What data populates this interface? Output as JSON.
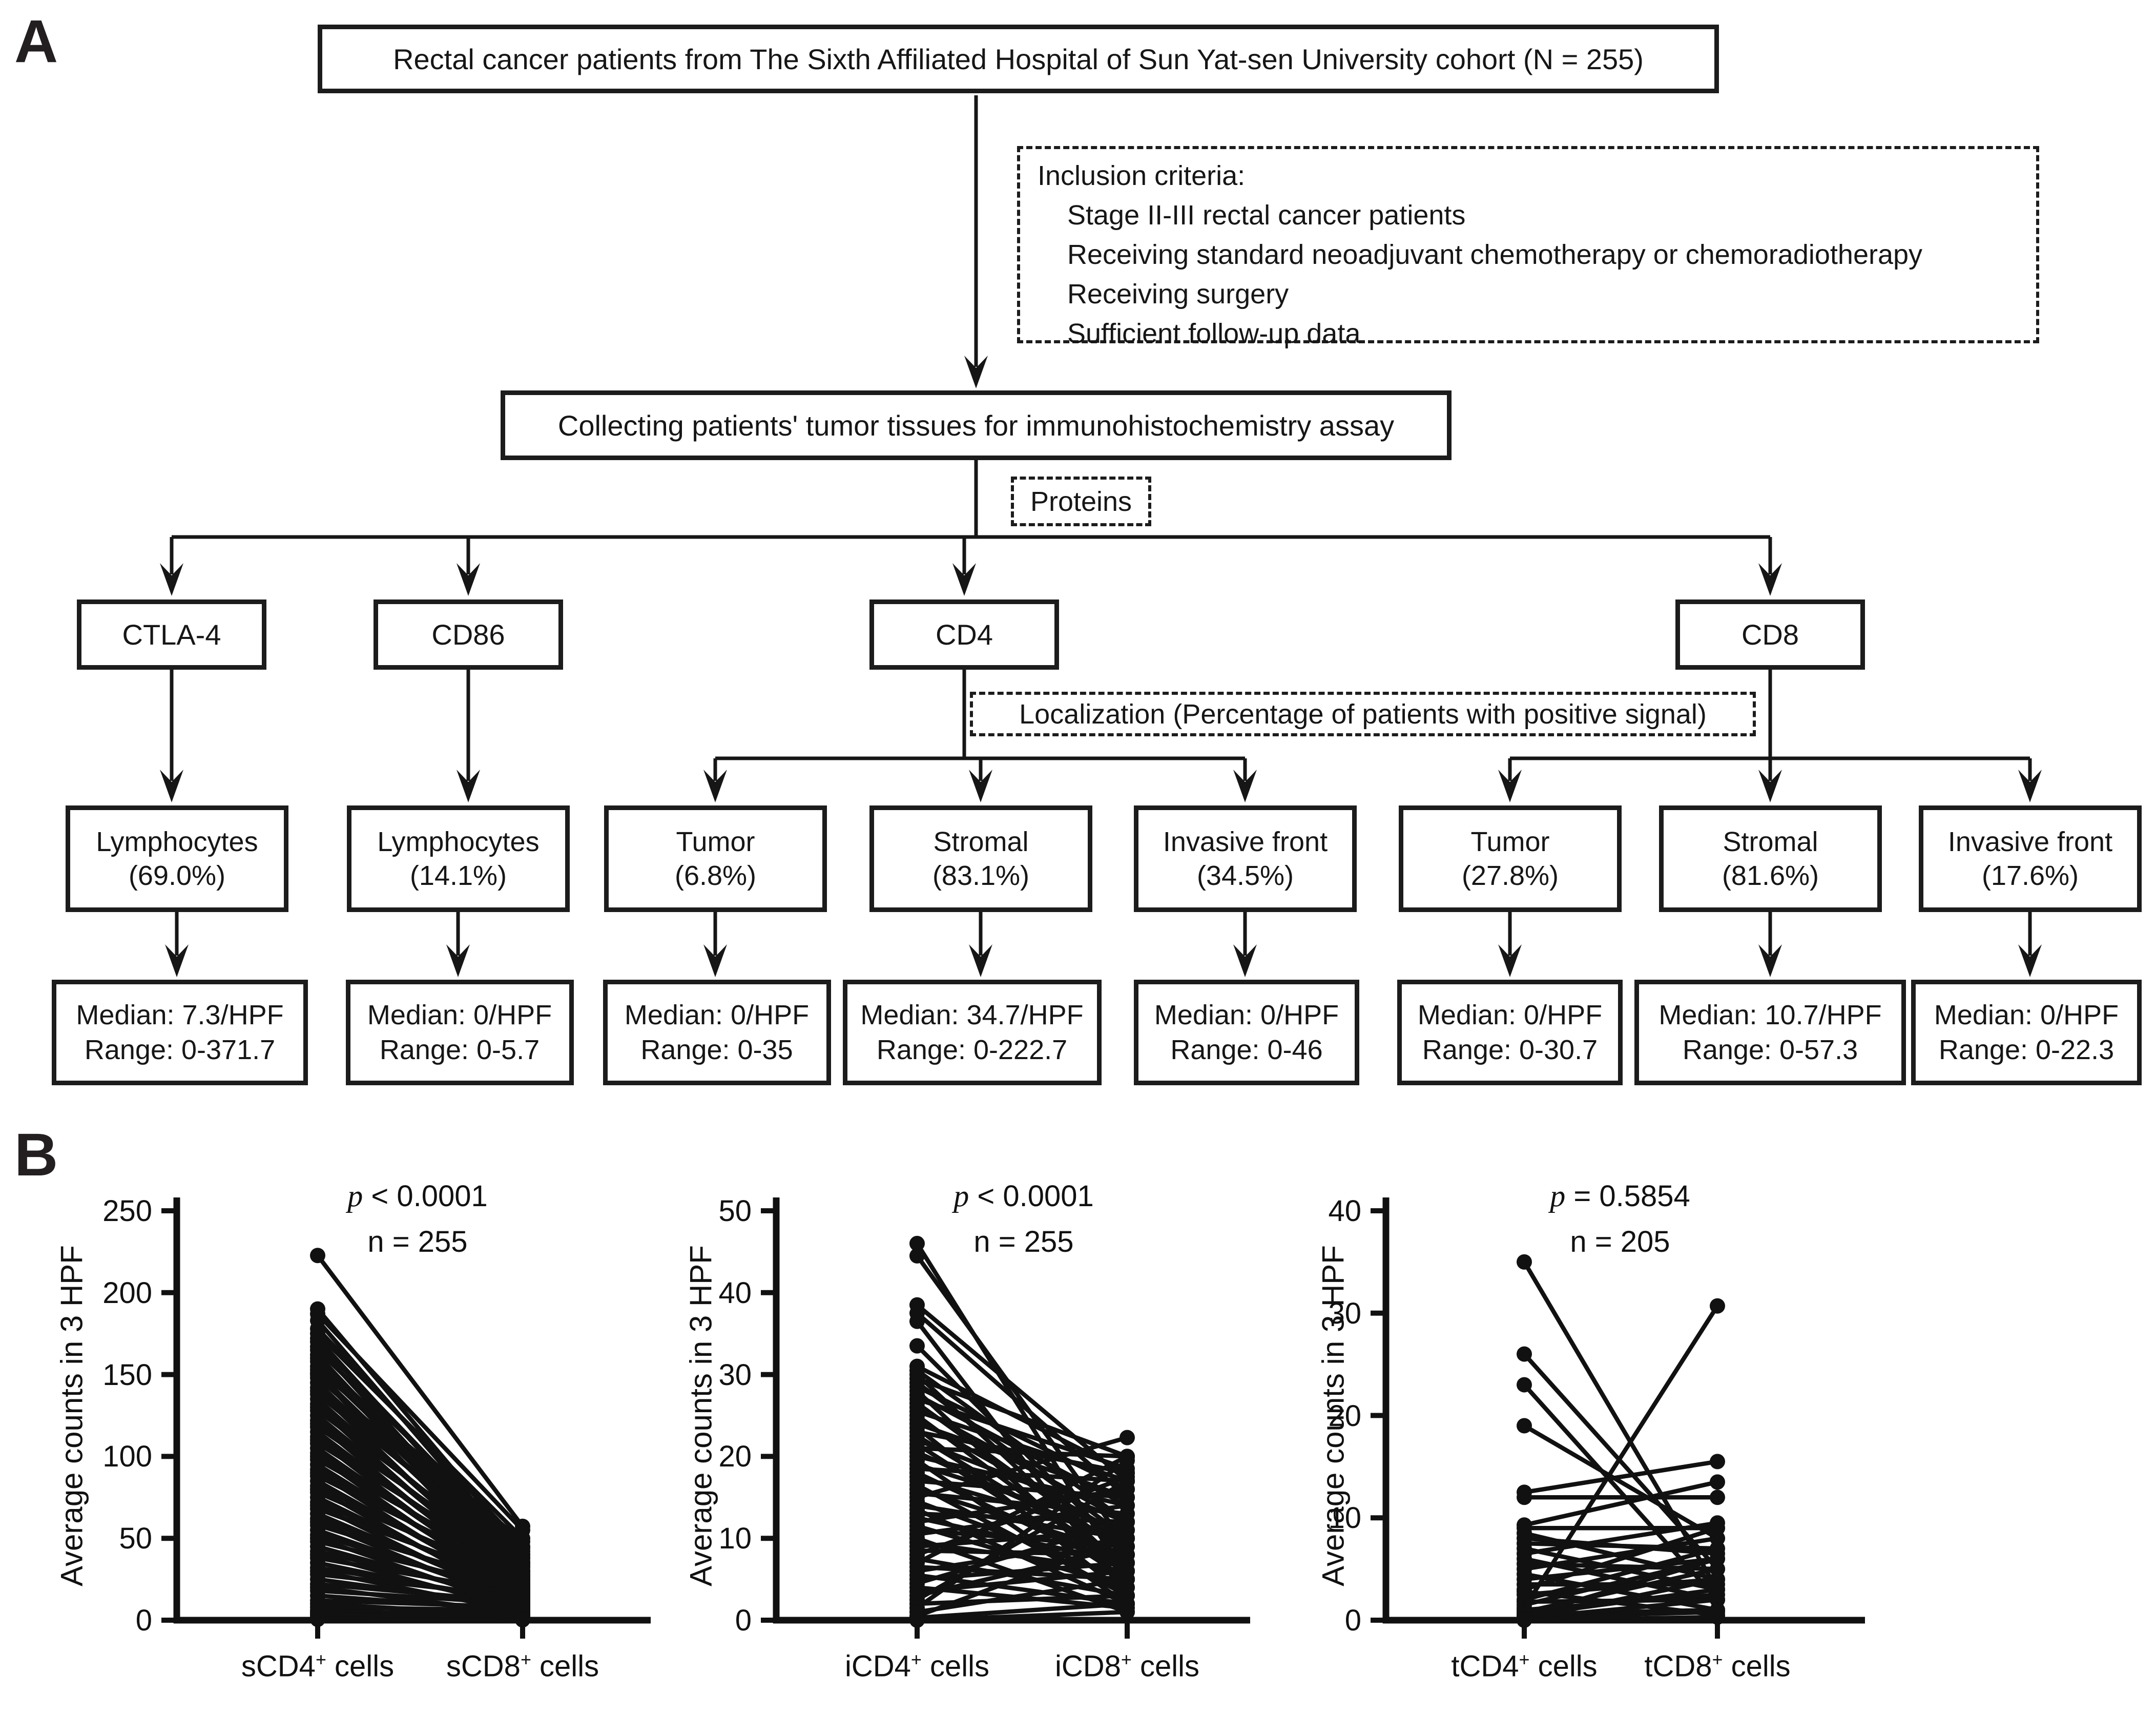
{
  "panelA": {
    "label": "A",
    "top_box": "Rectal cancer patients from The Sixth Affiliated Hospital of Sun Yat-sen University cohort (N = 255)",
    "inclusion_box": {
      "title": "Inclusion criteria:",
      "items": [
        "Stage II-III rectal cancer patients",
        "Receiving standard neoadjuvant chemotherapy or chemoradiotherapy",
        "Receiving surgery",
        "Sufficient follow-up data"
      ]
    },
    "collecting_box": "Collecting patients' tumor tissues for immunohistochemistry assay",
    "proteins_label": "Proteins",
    "localization_label": "Localization (Percentage of patients with positive signal)",
    "protein_names": [
      "CTLA-4",
      "CD86",
      "CD4",
      "CD8"
    ],
    "locations": [
      {
        "site": "Lymphocytes",
        "pct": "(69.0%)"
      },
      {
        "site": "Lymphocytes",
        "pct": "(14.1%)"
      },
      {
        "site": "Tumor",
        "pct": "(6.8%)"
      },
      {
        "site": "Stromal",
        "pct": "(83.1%)"
      },
      {
        "site": "Invasive front",
        "pct": "(34.5%)"
      },
      {
        "site": "Tumor",
        "pct": "(27.8%)"
      },
      {
        "site": "Stromal",
        "pct": "(81.6%)"
      },
      {
        "site": "Invasive front",
        "pct": "(17.6%)"
      }
    ],
    "medians": [
      {
        "median": "Median: 7.3/HPF",
        "range": "Range: 0-371.7"
      },
      {
        "median": "Median: 0/HPF",
        "range": "Range: 0-5.7"
      },
      {
        "median": "Median: 0/HPF",
        "range": "Range: 0-35"
      },
      {
        "median": "Median: 34.7/HPF",
        "range": "Range: 0-222.7"
      },
      {
        "median": "Median: 0/HPF",
        "range": "Range: 0-46"
      },
      {
        "median": "Median: 0/HPF",
        "range": "Range: 0-30.7"
      },
      {
        "median": "Median: 10.7/HPF",
        "range": "Range: 0-57.3"
      },
      {
        "median": "Median: 0/HPF",
        "range": "Range: 0-22.3"
      }
    ]
  },
  "panelB": {
    "label": "B"
  },
  "colors": {
    "ink": "#161616",
    "background": "#ffffff"
  },
  "chart_data": [
    {
      "type": "line",
      "subtype": "paired-before-after",
      "p_label": "p < 0.0001",
      "n_label": "n = 255",
      "ylabel": "Average counts in 3 HPF",
      "categories": [
        "sCD4+ cells",
        "sCD8+ cells"
      ],
      "ylim": [
        0,
        250
      ],
      "yticks": [
        0,
        50,
        100,
        150,
        200,
        250
      ],
      "grid": false,
      "pairs": [
        [
          222.7,
          57.3
        ],
        [
          190,
          42
        ],
        [
          187,
          55
        ],
        [
          183,
          38
        ],
        [
          178,
          45
        ],
        [
          175,
          50
        ],
        [
          172,
          35
        ],
        [
          170,
          40
        ],
        [
          167,
          30
        ],
        [
          165,
          44
        ],
        [
          162,
          28
        ],
        [
          160,
          38
        ],
        [
          158,
          25
        ],
        [
          155,
          35
        ],
        [
          153,
          48
        ],
        [
          151,
          30
        ],
        [
          150,
          22
        ],
        [
          148,
          40
        ],
        [
          145,
          27
        ],
        [
          142,
          33
        ],
        [
          140,
          20
        ],
        [
          138,
          36
        ],
        [
          135,
          24
        ],
        [
          132,
          30
        ],
        [
          130,
          18
        ],
        [
          128,
          34
        ],
        [
          125,
          22
        ],
        [
          122,
          28
        ],
        [
          120,
          16
        ],
        [
          118,
          32
        ],
        [
          115,
          20
        ],
        [
          112,
          26
        ],
        [
          110,
          15
        ],
        [
          108,
          30
        ],
        [
          105,
          18
        ],
        [
          102,
          24
        ],
        [
          100,
          13
        ],
        [
          98,
          28
        ],
        [
          95,
          17
        ],
        [
          92,
          22
        ],
        [
          90,
          12
        ],
        [
          88,
          26
        ],
        [
          85,
          15
        ],
        [
          82,
          20
        ],
        [
          80,
          10
        ],
        [
          78,
          24
        ],
        [
          75,
          14
        ],
        [
          72,
          18
        ],
        [
          70,
          9
        ],
        [
          68,
          22
        ],
        [
          65,
          12
        ],
        [
          62,
          16
        ],
        [
          60,
          8
        ],
        [
          58,
          20
        ],
        [
          55,
          11
        ],
        [
          52,
          15
        ],
        [
          50,
          7
        ],
        [
          48,
          18
        ],
        [
          45,
          10
        ],
        [
          42,
          13
        ],
        [
          40,
          6
        ],
        [
          38,
          16
        ],
        [
          35,
          9
        ],
        [
          32,
          12
        ],
        [
          30,
          5
        ],
        [
          28,
          14
        ],
        [
          25,
          8
        ],
        [
          22,
          11
        ],
        [
          20,
          4
        ],
        [
          18,
          10
        ],
        [
          15,
          6
        ],
        [
          12,
          8
        ],
        [
          10,
          3
        ],
        [
          8,
          6
        ],
        [
          6,
          2
        ],
        [
          5,
          4
        ],
        [
          4,
          1
        ],
        [
          3,
          3
        ],
        [
          2,
          1.5
        ],
        [
          1,
          0.5
        ],
        [
          0.5,
          0.2
        ]
      ]
    },
    {
      "type": "line",
      "subtype": "paired-before-after",
      "p_label": "p < 0.0001",
      "n_label": "n = 255",
      "ylabel": "Average counts in 3 HPF",
      "categories": [
        "iCD4+ cells",
        "iCD8+ cells"
      ],
      "ylim": [
        0,
        50
      ],
      "yticks": [
        0,
        10,
        20,
        30,
        40,
        50
      ],
      "grid": false,
      "pairs": [
        [
          46,
          5
        ],
        [
          44.5,
          9
        ],
        [
          38.5,
          17
        ],
        [
          37.5,
          15
        ],
        [
          36.5,
          3
        ],
        [
          33.5,
          8
        ],
        [
          31,
          18
        ],
        [
          30.5,
          12
        ],
        [
          30,
          6
        ],
        [
          29.5,
          20
        ],
        [
          29,
          10
        ],
        [
          28.5,
          16
        ],
        [
          28,
          4
        ],
        [
          27.5,
          14
        ],
        [
          27,
          18.5
        ],
        [
          26.5,
          8
        ],
        [
          26,
          12
        ],
        [
          25.5,
          17
        ],
        [
          25,
          6
        ],
        [
          24.5,
          10
        ],
        [
          24,
          15
        ],
        [
          23.5,
          3
        ],
        [
          23,
          18
        ],
        [
          22.5,
          7
        ],
        [
          22,
          12
        ],
        [
          21.5,
          5
        ],
        [
          21,
          20
        ],
        [
          20.5,
          9
        ],
        [
          20,
          14
        ],
        [
          19.5,
          2
        ],
        [
          19,
          11
        ],
        [
          18.5,
          17
        ],
        [
          18,
          6
        ],
        [
          17.5,
          10
        ],
        [
          17,
          15
        ],
        [
          16.5,
          3
        ],
        [
          16,
          8
        ],
        [
          15.5,
          13
        ],
        [
          15,
          22.3
        ],
        [
          14.5,
          5
        ],
        [
          14,
          10
        ],
        [
          13.5,
          2
        ],
        [
          13,
          12
        ],
        [
          12.5,
          7
        ],
        [
          12,
          16
        ],
        [
          11.5,
          4
        ],
        [
          11,
          9
        ],
        [
          10.5,
          14
        ],
        [
          10,
          1
        ],
        [
          9.5,
          6
        ],
        [
          9,
          11
        ],
        [
          8.5,
          8
        ],
        [
          8,
          17.5
        ],
        [
          7.5,
          3
        ],
        [
          7,
          20
        ],
        [
          6.5,
          5
        ],
        [
          6,
          10
        ],
        [
          5.5,
          2
        ],
        [
          5,
          7
        ],
        [
          4.5,
          12
        ],
        [
          4,
          1.5
        ],
        [
          3.5,
          6
        ],
        [
          3,
          9
        ],
        [
          2.5,
          17
        ],
        [
          2,
          3
        ],
        [
          1.5,
          19.5
        ],
        [
          1,
          5
        ],
        [
          0.5,
          10
        ],
        [
          0.3,
          2
        ],
        [
          0,
          1
        ]
      ]
    },
    {
      "type": "line",
      "subtype": "paired-before-after",
      "p_label": "p = 0.5854",
      "n_label": "n = 205",
      "ylabel": "Average counts in 3 HPF",
      "categories": [
        "tCD4+ cells",
        "tCD8+ cells"
      ],
      "ylim": [
        0,
        40
      ],
      "yticks": [
        0,
        10,
        20,
        30,
        40
      ],
      "grid": false,
      "pairs": [
        [
          35,
          3
        ],
        [
          26,
          5
        ],
        [
          23,
          2
        ],
        [
          19,
          8
        ],
        [
          12.5,
          15.5
        ],
        [
          12,
          12
        ],
        [
          9.3,
          13.5
        ],
        [
          9,
          9
        ],
        [
          8.5,
          4
        ],
        [
          8,
          6.5
        ],
        [
          7.5,
          7
        ],
        [
          7,
          3
        ],
        [
          6.5,
          9.5
        ],
        [
          6,
          2
        ],
        [
          5.5,
          5
        ],
        [
          5,
          8
        ],
        [
          4.5,
          1
        ],
        [
          4,
          6
        ],
        [
          3.5,
          3.5
        ],
        [
          3,
          9
        ],
        [
          2.8,
          0.5
        ],
        [
          2.5,
          4
        ],
        [
          2,
          7
        ],
        [
          1.8,
          2
        ],
        [
          1.5,
          6
        ],
        [
          1.2,
          30.7
        ],
        [
          1,
          2.5
        ],
        [
          0.8,
          5
        ],
        [
          0.6,
          1
        ],
        [
          0.5,
          3
        ],
        [
          0.4,
          6
        ],
        [
          0.3,
          0.8
        ],
        [
          0.2,
          2
        ],
        [
          0.1,
          4
        ],
        [
          0,
          1
        ],
        [
          0,
          0.3
        ]
      ]
    }
  ]
}
